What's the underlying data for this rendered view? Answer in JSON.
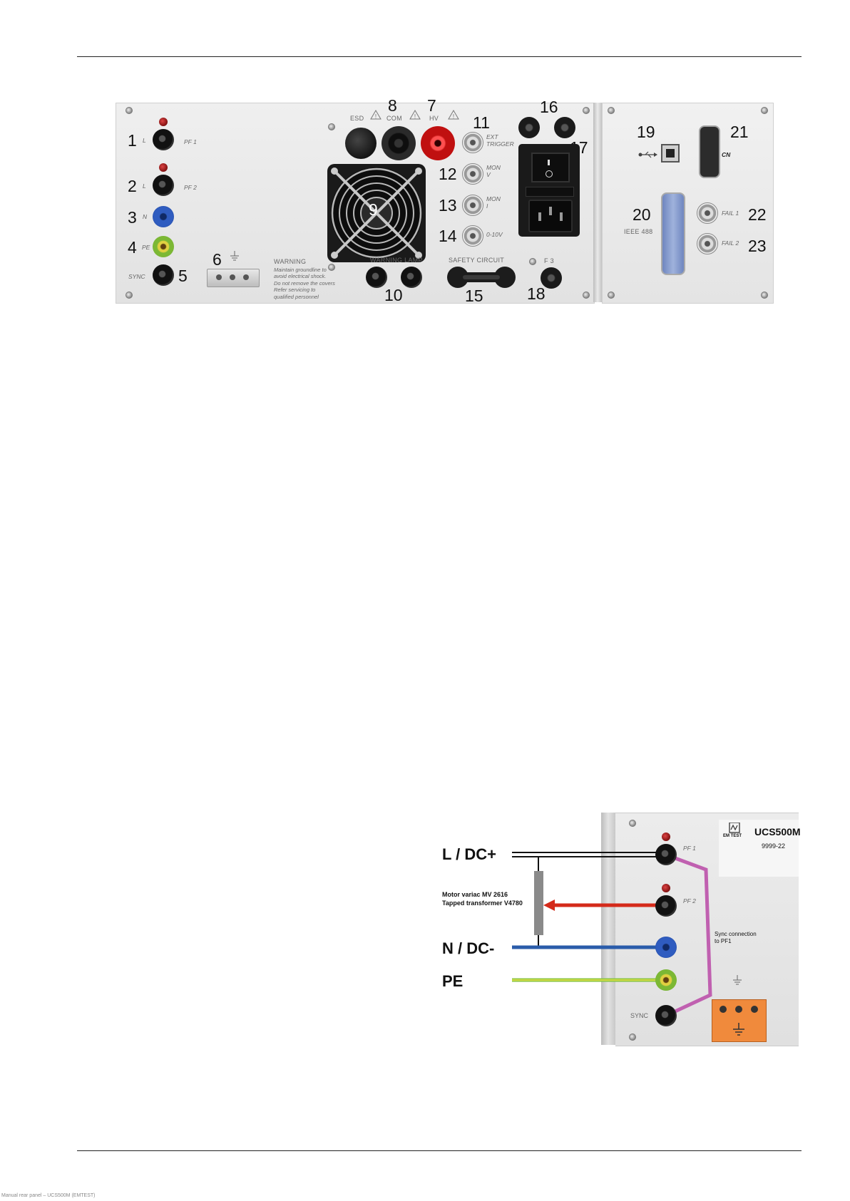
{
  "rear_panel_figure": {
    "callouts": [
      "1",
      "2",
      "3",
      "4",
      "5",
      "6",
      "7",
      "8",
      "9",
      "10",
      "11",
      "12",
      "13",
      "14",
      "15",
      "16",
      "17",
      "18",
      "19",
      "20",
      "21",
      "22",
      "23"
    ],
    "labels": {
      "l1": "L",
      "pf1": "PF 1",
      "l2": "L",
      "pf2": "PF 2",
      "n": "N",
      "pe": "PE",
      "sync": "SYNC",
      "esd": "ESD",
      "com": "COM",
      "hv": "HV",
      "ext_trigger": "EXT\nTRIGGER",
      "mon_v": "MON\nV",
      "mon_i": "MON\nI",
      "v0_10": "0-10V",
      "warning_lamp": "WARNING LAMP",
      "safety_circuit": "SAFETY CIRCUIT",
      "f3": "F 3",
      "ieee": "IEEE 488",
      "cn": "CN",
      "fail1": "FAIL 1",
      "fail2": "FAIL 2",
      "warning_title": "WARNING",
      "warning_text": "Maintain groundline to\navoid electrical shock.\nDo not remove the covers\nRefer servicing to\nqualified personnel"
    }
  },
  "wiring_figure": {
    "device_model": "UCS500M",
    "device_serial": "9999-22",
    "logo_text": "EM TEST",
    "l_dc_plus": "L / DC+",
    "n_dc_minus": "N / DC-",
    "pe": "PE",
    "variac_text": "Motor variac MV 2616\nTapped transformer V4780",
    "sync_connection": "Sync connection\nto PF1",
    "pf1": "PF 1",
    "pf2": "PF 2",
    "sync": "SYNC",
    "colors": {
      "l_wire": "#111111",
      "n_wire": "#2a5caa",
      "pe_wire_green": "#8cc63f",
      "pe_wire_yellow": "#e8e04a",
      "arrow": "#d42a1a",
      "sync_link": "#c060b0",
      "ground_block": "#f08a3c"
    }
  },
  "footer": {
    "note": "Manual rear panel – UCS500M (EMTEST)"
  }
}
